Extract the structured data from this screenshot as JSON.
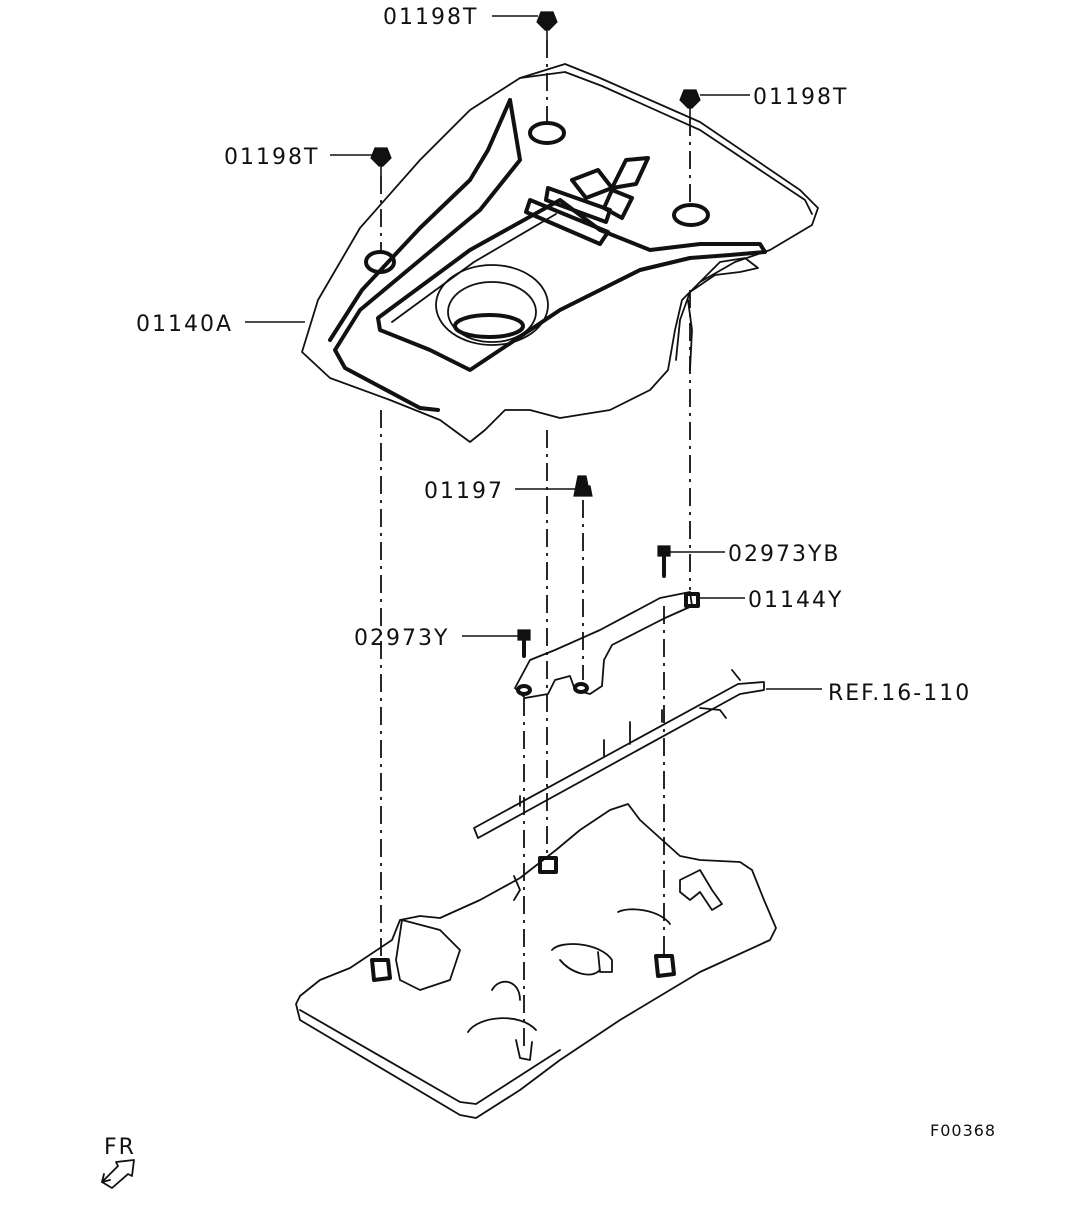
{
  "labels": {
    "bolt_top": "01198T",
    "bolt_right": "01198T",
    "bolt_left": "01198T",
    "engine_cover": "01140A",
    "clip": "01197",
    "bolt_yb": "02973YB",
    "grommet": "01144Y",
    "bolt_y": "02973Y",
    "ref": "REF.16-110",
    "figure_code": "F00368",
    "front": "FR"
  },
  "icons": {
    "direction": "front-arrow-icon",
    "logo": "three-diamond-logo-icon"
  },
  "colors": {
    "line": "#111111",
    "background": "#ffffff"
  }
}
